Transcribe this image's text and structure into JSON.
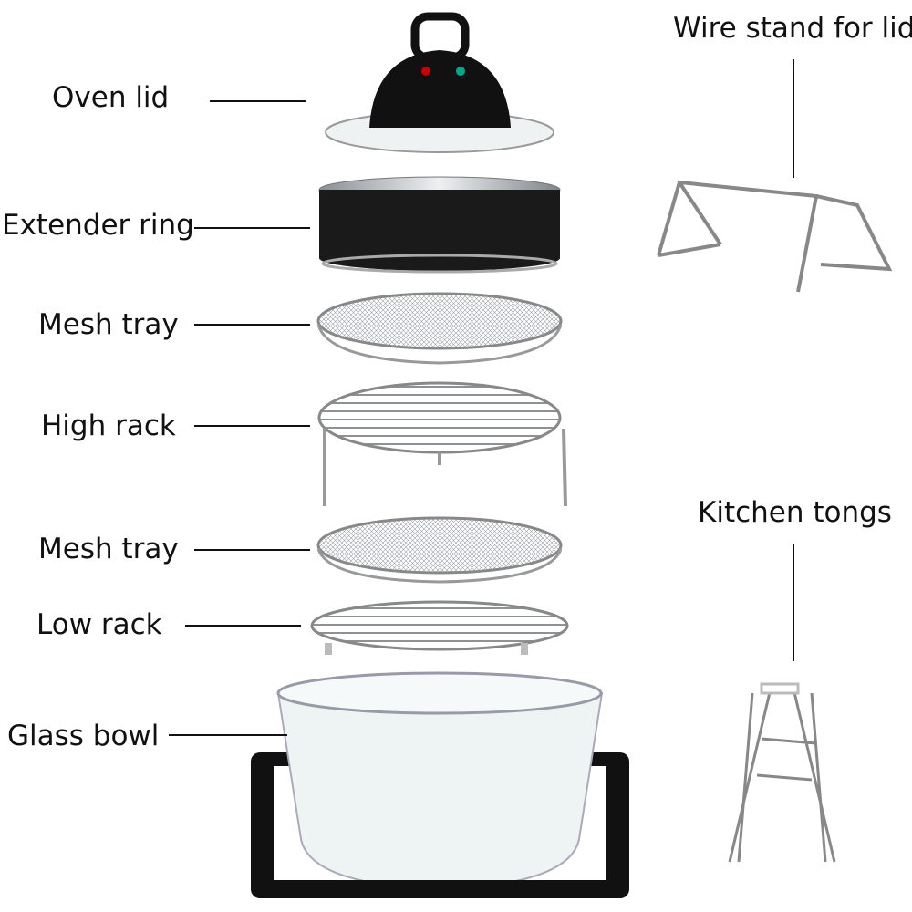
{
  "labels": {
    "oven_lid": "Oven lid",
    "extender_ring": "Extender ring",
    "mesh_tray_1": "Mesh tray",
    "high_rack": "High rack",
    "mesh_tray_2": "Mesh tray",
    "low_rack": "Low rack",
    "glass_bowl": "Glass bowl",
    "wire_stand": "Wire stand for lid",
    "kitchen_tongs": "Kitchen tongs"
  },
  "colors": {
    "black": "#111111",
    "steel": "#b8bcc0",
    "glass": "#e8eef0"
  }
}
